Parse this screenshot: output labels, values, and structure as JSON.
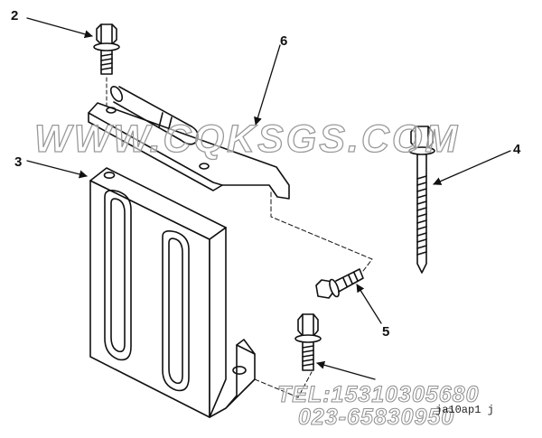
{
  "callouts": {
    "c2": "2",
    "c6": "6",
    "c3": "3",
    "c4": "4",
    "c5": "5"
  },
  "watermark": {
    "url": "WWW.CQKSGS.COM",
    "tel": "TEL:15310305680",
    "phone": "023-65830950"
  },
  "part_code": "ja10ap1 j",
  "colors": {
    "line": "#111111",
    "watermark_stroke": "#9a9a9a"
  }
}
